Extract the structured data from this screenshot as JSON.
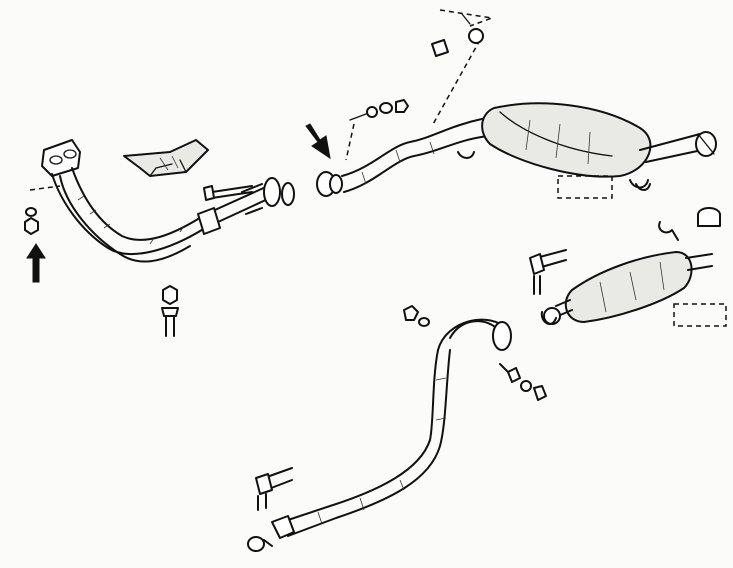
{
  "diagram": {
    "colors": {
      "line": "#111111",
      "paper": "#fbfbfa",
      "shade": "#e9e9e6"
    },
    "icons": [
      "exhaust-manifold-pipe",
      "heat-shield",
      "flange-gasket",
      "intermediate-pipe",
      "front-muffler",
      "rear-muffler",
      "tailpipe",
      "rubber-hanger",
      "clamp",
      "bolt",
      "nut",
      "washer",
      "pointer-arrow"
    ],
    "callout_boxes": [
      "",
      "",
      ""
    ]
  }
}
